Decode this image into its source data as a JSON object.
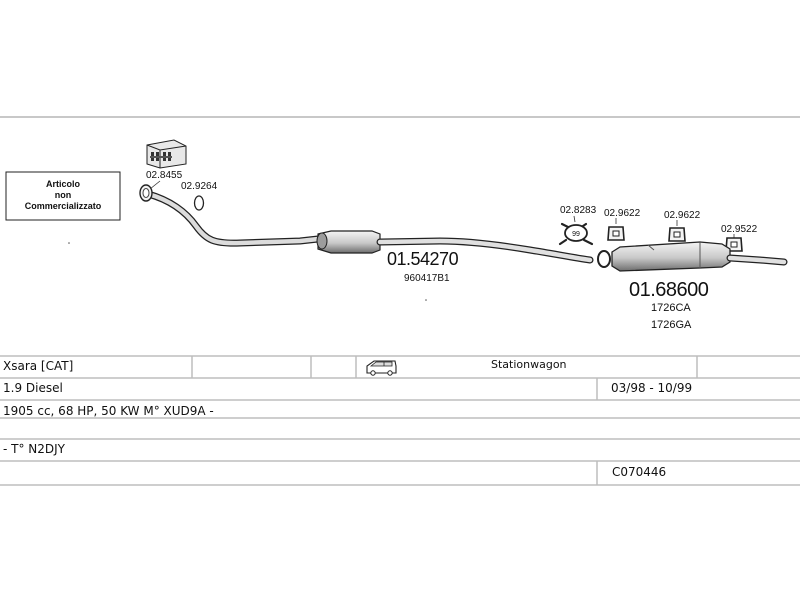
{
  "not_sold_box": {
    "line1": "Articolo",
    "line2": "non",
    "line3": "Commercializzato"
  },
  "parts": {
    "clamp_kit": "02.8455",
    "gasket_front": "02.9264",
    "middle_pipe": "01.54270",
    "middle_pipe_oem": "960417B1",
    "clamp_ring": "02.8283",
    "ring_badge": "99",
    "rubber_1": "02.9622",
    "rubber_2": "02.9622",
    "rubber_3": "02.9522",
    "rear_silencer": "01.68600",
    "rear_silencer_oem_1": "1726CA",
    "rear_silencer_oem_2": "1726GA"
  },
  "info_table": {
    "model": "Xsara  [CAT]",
    "body_type": "Stationwagon",
    "engine": "1.9 Diesel",
    "years": "03/98 - 10/99",
    "specs": "1905 cc, 68 HP, 50 KW  M° XUD9A -",
    "type_code": "- T° N2DJY",
    "catalog_code": "C070446"
  },
  "colors": {
    "line": "#333333",
    "grid": "#b8b8b8",
    "fill_light": "#e6e6e6",
    "fill_dark": "#9a9a9a"
  }
}
